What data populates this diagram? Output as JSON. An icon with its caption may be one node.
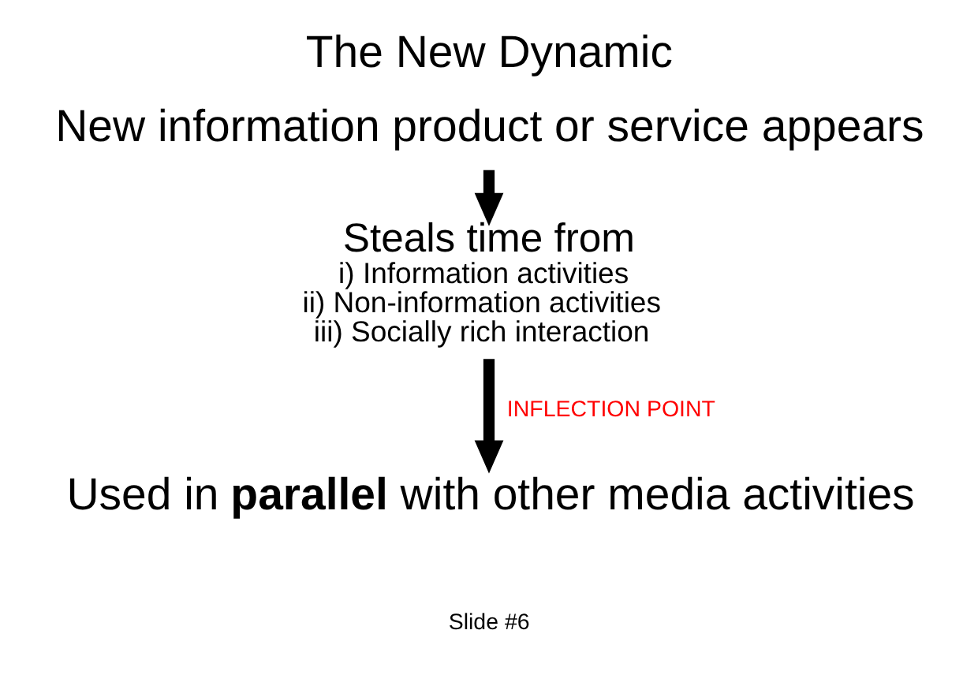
{
  "diagram": {
    "title": "The New Dynamic",
    "nodes": [
      {
        "text": [
          "New information product or service appears"
        ]
      },
      {
        "text": [
          "Steals time from",
          "i) Information activities",
          "ii) Non-information activities",
          "iii) Socially rich interaction"
        ]
      },
      {
        "text": [
          "Used in **parallel** with other media activities"
        ]
      }
    ],
    "edges": [
      {
        "from": 0,
        "to": 1,
        "arrow": "to"
      },
      {
        "from": 1,
        "to": 2,
        "arrow": "to",
        "label": "INFLECTION POINT"
      }
    ],
    "labels": [
      "Slide #6"
    ]
  }
}
